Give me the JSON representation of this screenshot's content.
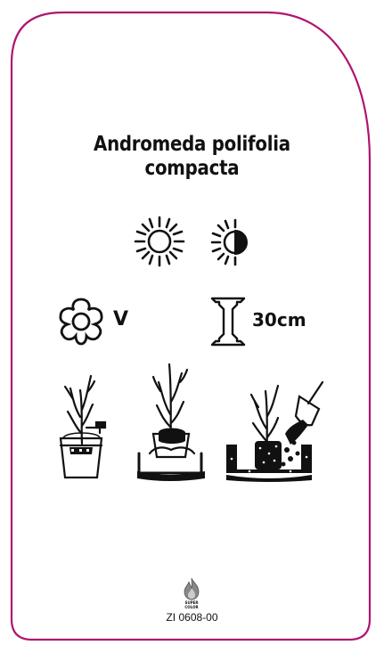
{
  "plant": {
    "name_line1": "Andromeda polifolia",
    "name_line2": "compacta"
  },
  "symbols": {
    "sun": "full-sun-icon",
    "half_shade": "half-shade-icon",
    "flower": "flower-icon",
    "height_arrow": "height-arrow-icon",
    "planting_steps": [
      "soak-in-bucket-icon",
      "place-in-hole-icon",
      "backfill-soil-icon"
    ]
  },
  "flowering_month": "V",
  "height": "30cm",
  "brand": {
    "name_line1": "SUPER",
    "name_line2": "COLOR",
    "logo": "flame-logo-icon"
  },
  "product_code": "ZI 0608-00",
  "colors": {
    "border": "#b0156f",
    "ink": "#111111"
  }
}
